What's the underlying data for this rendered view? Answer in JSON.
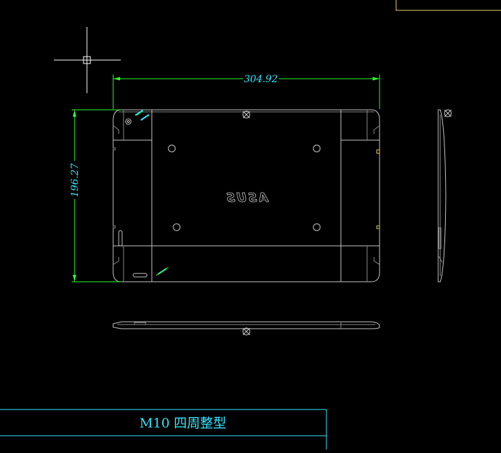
{
  "colors": {
    "background": "#000000",
    "outline": "#c8c8c8",
    "dimension": "#2bff2b",
    "dimension_text": "#33e8ff",
    "title_block": "#33e8ff",
    "corner_frame": "#e6d36b",
    "crosshair": "#ffffff"
  },
  "dimensions": {
    "width_label": "304.92",
    "height_label": "196.27"
  },
  "logo": {
    "text": "ASUS"
  },
  "title_block": {
    "title": "M10  四周整型"
  }
}
